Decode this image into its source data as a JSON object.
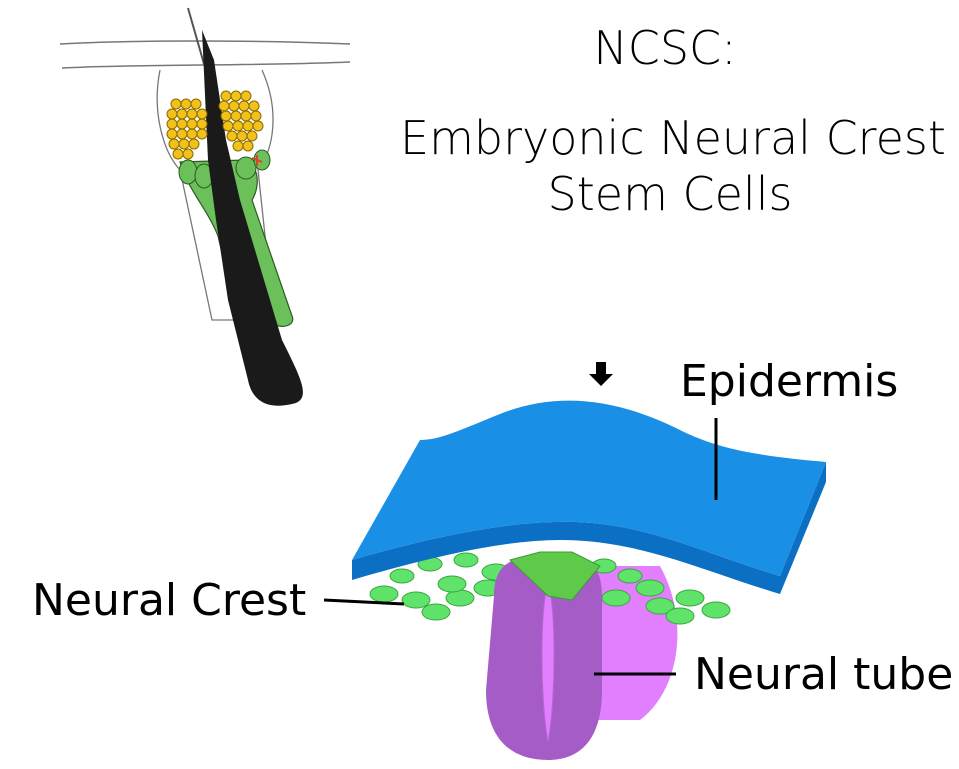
{
  "title": {
    "line1": "NCSC:",
    "line2": "Embryonic Neural Crest",
    "line3": "Stem Cells"
  },
  "labels": {
    "epidermis": "Epidermis",
    "neural_crest": "Neural Crest",
    "neural_tube": "Neural tube"
  },
  "colors": {
    "epidermis_top": "#1a8fe6",
    "epidermis_side": "#0b6fc4",
    "neural_crest_cells": "#5fe36a",
    "neural_tube": "#a55cc7",
    "neural_tube_light": "#e27fff",
    "hair_shaft": "#1a1a1a",
    "hair_sheath": "#6cc05a",
    "sebaceous_cells": "#f2c21b"
  }
}
